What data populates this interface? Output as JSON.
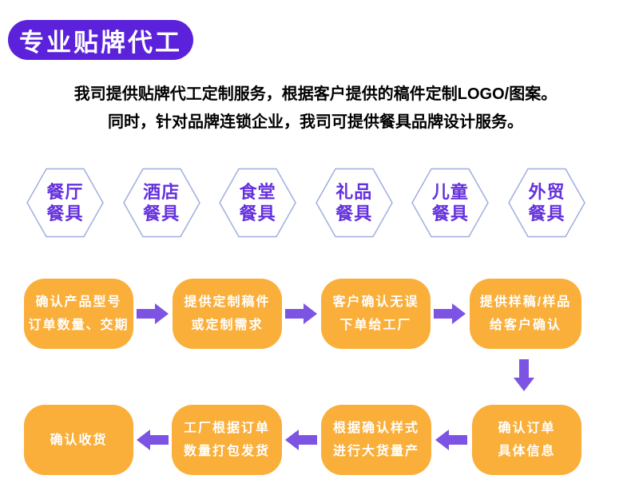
{
  "banner": {
    "label": "专业贴牌代工"
  },
  "intro": {
    "line1": "我司提供贴牌代工定制服务，根据客户提供的稿件定制LOGO/图案。",
    "line2": "同时，针对品牌连锁企业，我司可提供餐具品牌设计服务。"
  },
  "categories": [
    {
      "line1": "餐厅",
      "line2": "餐具"
    },
    {
      "line1": "酒店",
      "line2": "餐具"
    },
    {
      "line1": "食堂",
      "line2": "餐具"
    },
    {
      "line1": "礼品",
      "line2": "餐具"
    },
    {
      "line1": "儿童",
      "line2": "餐具"
    },
    {
      "line1": "外贸",
      "line2": "餐具"
    }
  ],
  "process": {
    "row1": [
      {
        "line1": "确认产品型号",
        "line2": "订单数量、交期"
      },
      {
        "line1": "提供定制稿件",
        "line2": "或定制需求"
      },
      {
        "line1": "客户确认无误",
        "line2": "下单给工厂"
      },
      {
        "line1": "提供样稿/样品",
        "line2": "给客户确认"
      }
    ],
    "row2": [
      {
        "line1": "确认订单",
        "line2": "具体信息"
      },
      {
        "line1": "根据确认样式",
        "line2": "进行大货量产"
      },
      {
        "line1": "工厂根据订单",
        "line2": "数量打包发货"
      },
      {
        "line1": "确认收货",
        "line2": ""
      }
    ]
  },
  "icons": {
    "flow_arrows": [
      "arrow-right",
      "arrow-right",
      "arrow-right",
      "arrow-down",
      "arrow-left",
      "arrow-left",
      "arrow-left"
    ]
  },
  "colors": {
    "banner_purple": "#5B21DB",
    "arrow_purple": "#7D53E3",
    "box_orange": "#FAAF3B",
    "hex_border": "#9FAEDF",
    "hex_text": "#6430DE"
  }
}
